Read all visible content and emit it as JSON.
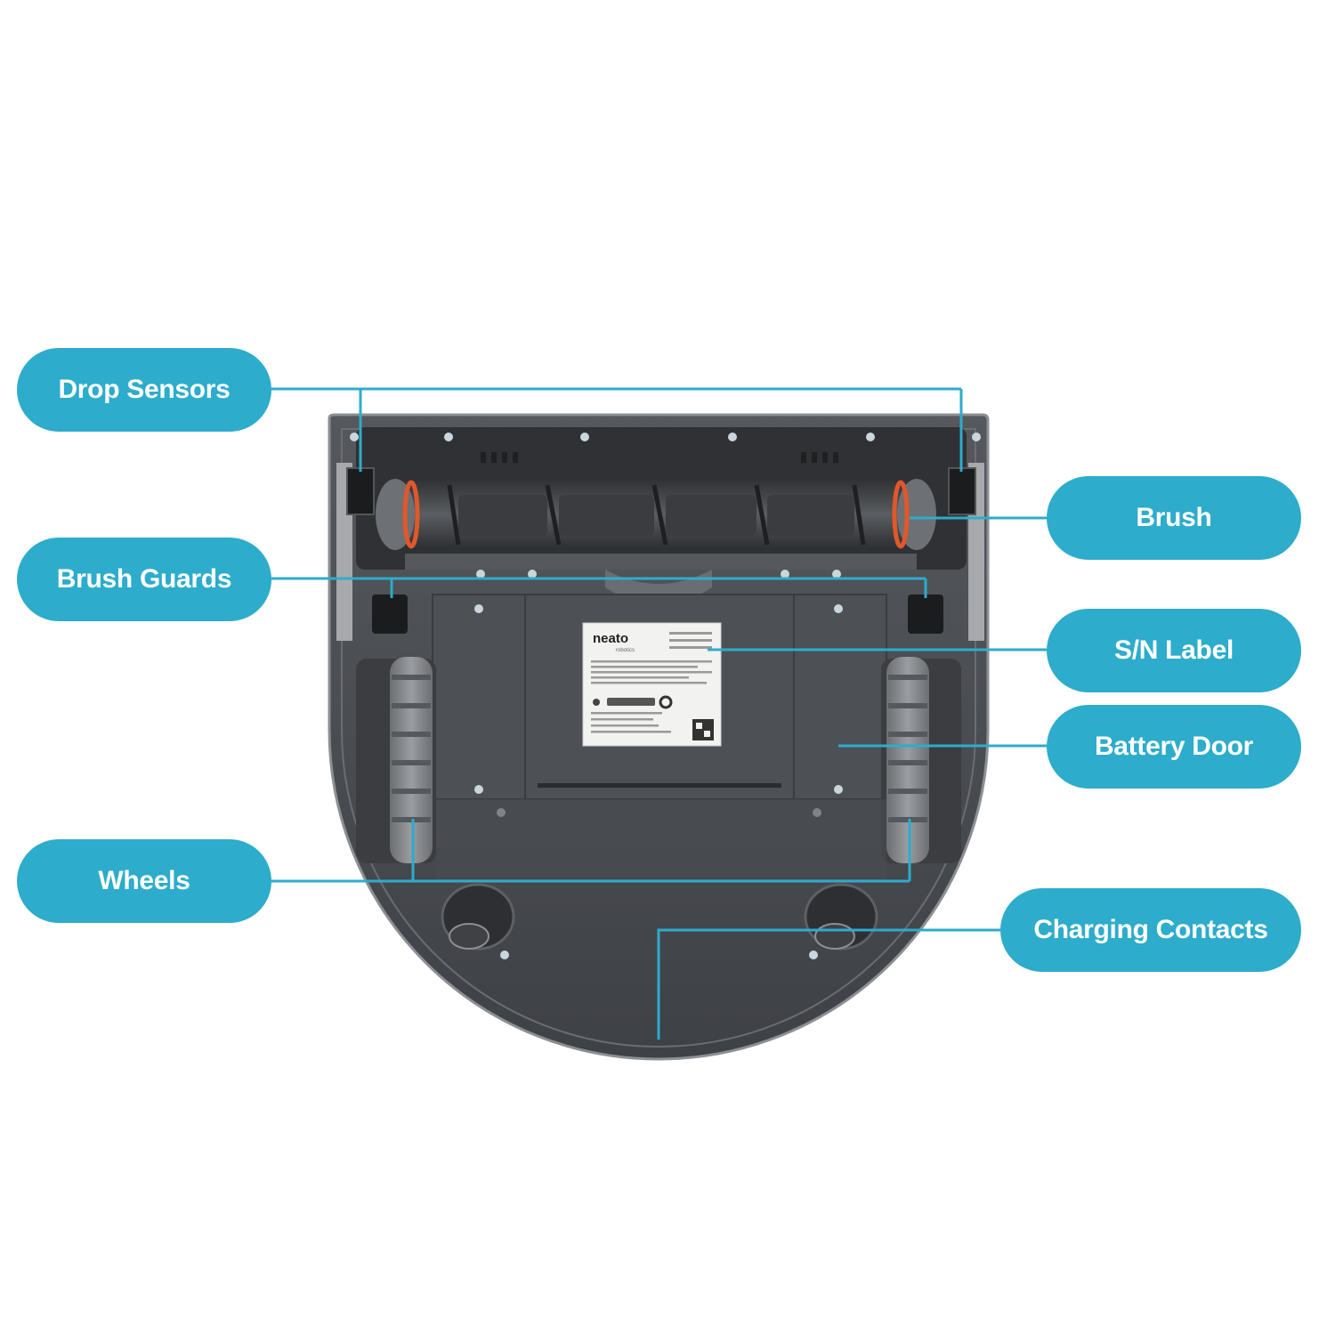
{
  "callouts": {
    "drop_sensors": "Drop Sensors",
    "brush": "Brush",
    "brush_guards": "Brush Guards",
    "sn_label": "S/N Label",
    "battery_door": "Battery Door",
    "wheels": "Wheels",
    "charging_contacts": "Charging Contacts"
  },
  "device": {
    "brand": "neato",
    "brand_sub": "robotics"
  },
  "colors": {
    "callout_fill": "#2daccc",
    "callout_text": "#ffffff",
    "leader_line": "#2daccc",
    "robot_body": "#4a4d52"
  }
}
